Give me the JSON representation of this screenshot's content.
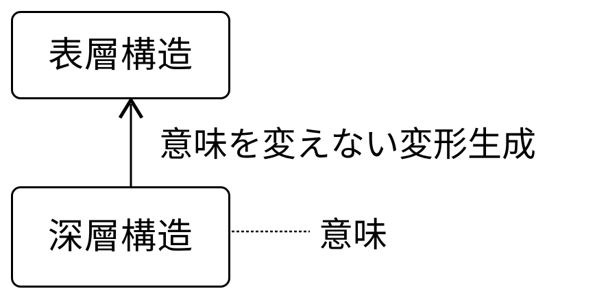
{
  "nodes": {
    "surface_structure": "表層構造",
    "deep_structure": "深層構造"
  },
  "edges": {
    "transformation_label": "意味を変えない変形生成",
    "meaning_label": "意味"
  },
  "colors": {
    "stroke": "#000000",
    "background": "#ffffff"
  }
}
